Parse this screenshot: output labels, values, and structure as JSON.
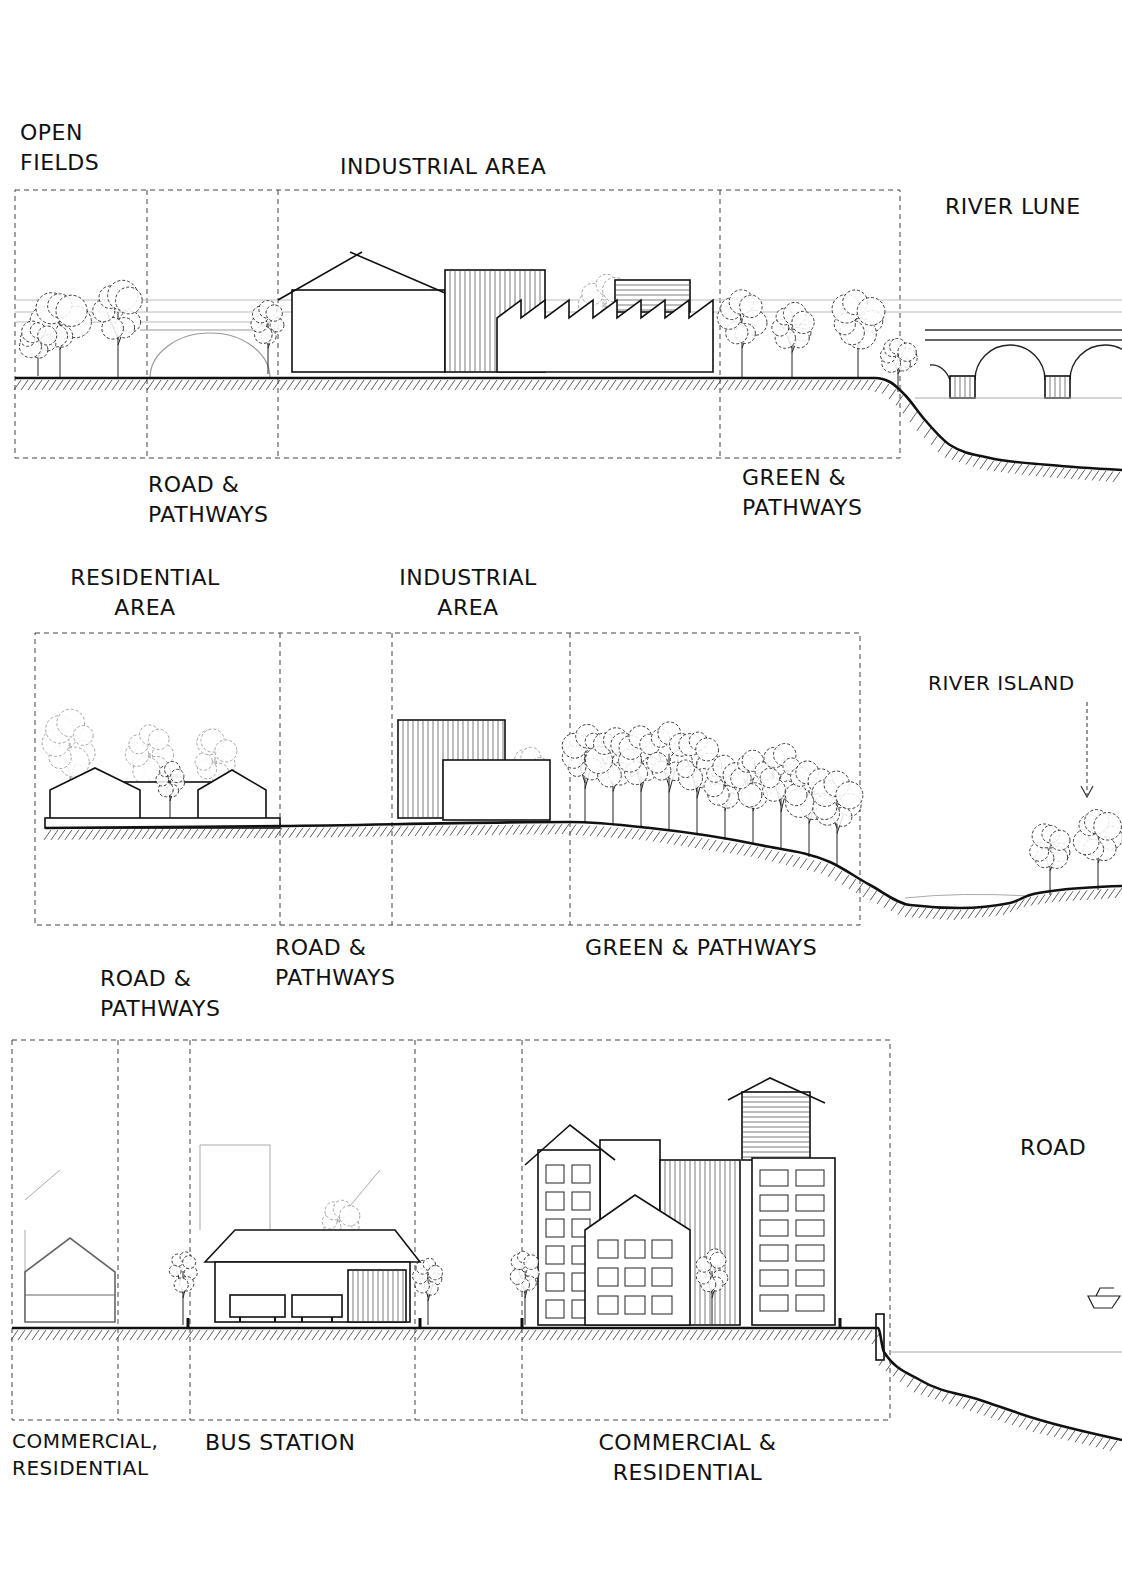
{
  "diagram": {
    "labels": [
      "OPEN FIELDS",
      "INDUSTRIAL AREA",
      "RIVER LUNE",
      "ROAD & PATHWAYS",
      "GREEN & PATHWAYS",
      "RESIDENTIAL AREA",
      "INDUSTRIAL AREA",
      "RIVER ISLAND",
      "ROAD & PATHWAYS",
      "GREEN & PATHWAYS",
      "ROAD & PATHWAYS",
      "ROAD",
      "COMMERCIAL, RESIDENTIAL",
      "BUS STATION",
      "COMMERCIAL & RESIDENTIAL"
    ]
  }
}
